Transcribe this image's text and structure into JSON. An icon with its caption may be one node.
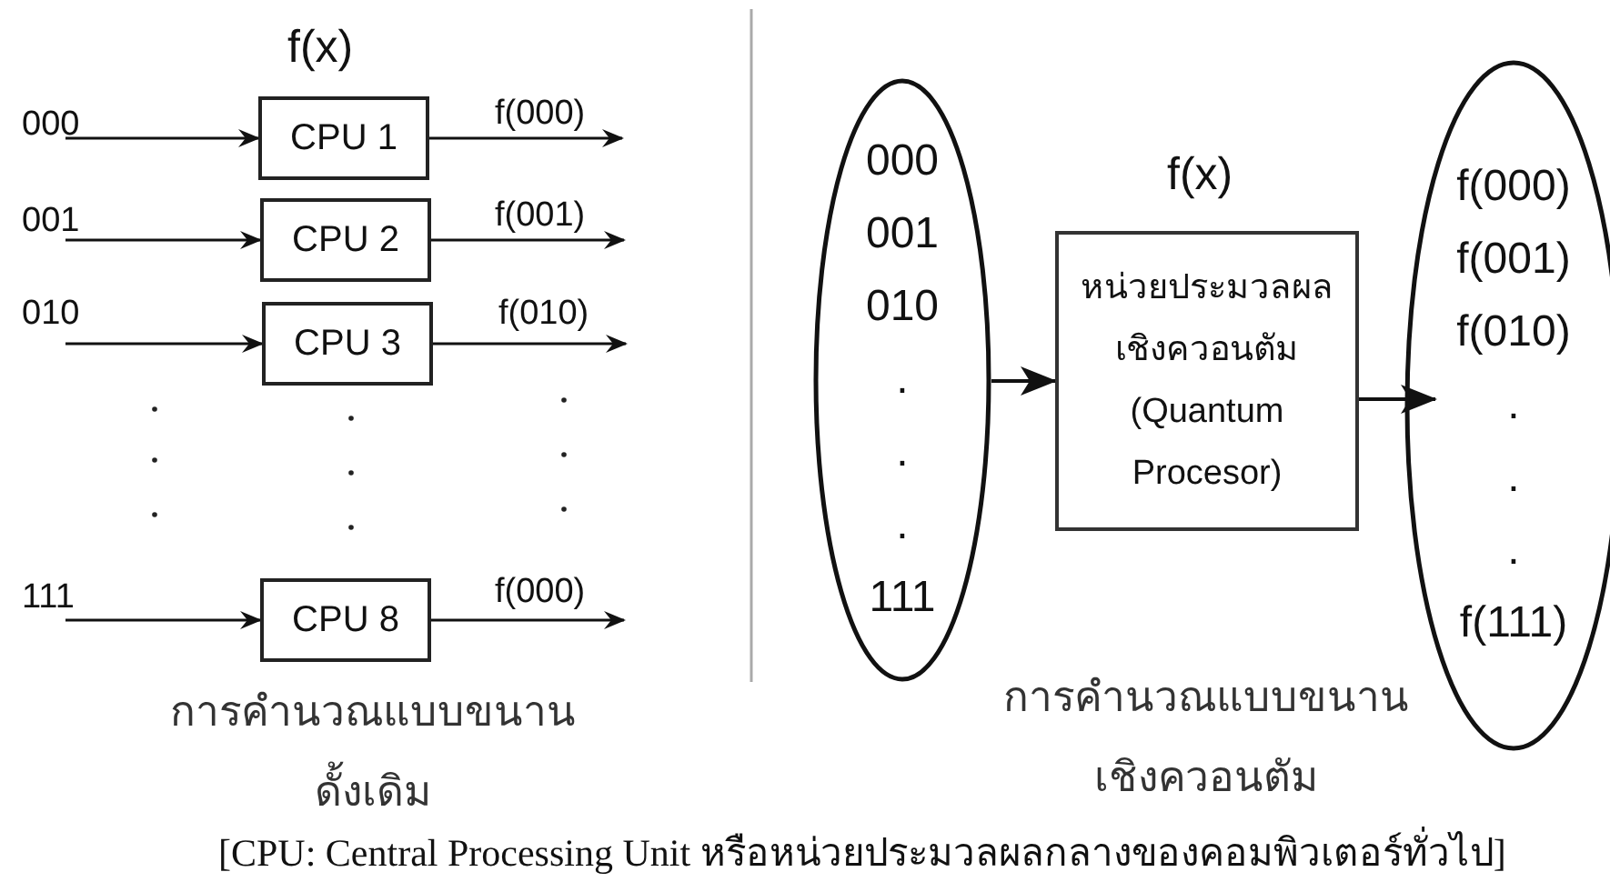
{
  "diagram": {
    "caption": "[CPU: Central Processing Unit หรือหน่วยประมวลผลกลางของคอมพิวเตอร์ทั่วไป]",
    "nodes": [
      {
        "text": [
          "000"
        ]
      },
      {
        "text": [
          "001"
        ]
      },
      {
        "text": [
          "010"
        ]
      },
      {
        "text": [
          "111"
        ]
      },
      {
        "text": [
          "CPU 1"
        ]
      },
      {
        "text": [
          "CPU 2"
        ]
      },
      {
        "text": [
          "CPU 3"
        ]
      },
      {
        "text": [
          "CPU 8"
        ]
      },
      {
        "text": [
          "000 001 010 . . . 111"
        ]
      },
      {
        "text": [
          "หน่วยประมวลผลเชิงควอนตัม (Quantum Procesor)"
        ],
        "beside": [
          "f(x)"
        ]
      },
      {
        "text": [
          "f(000) f(001) f(010) . . . f(111)"
        ]
      }
    ],
    "edges": [
      {
        "from": 0,
        "to": 4,
        "arrow": "to"
      },
      {
        "from": 1,
        "to": 5,
        "arrow": "to"
      },
      {
        "from": 2,
        "to": 6,
        "arrow": "to"
      },
      {
        "from": 3,
        "to": 7,
        "arrow": "to"
      },
      {
        "from": 4,
        "to": null,
        "arrow": "to",
        "label": "f(000)"
      },
      {
        "from": 5,
        "to": null,
        "arrow": "to",
        "label": "f(001)"
      },
      {
        "from": 6,
        "to": null,
        "arrow": "to",
        "label": "f(010)"
      },
      {
        "from": 7,
        "to": null,
        "arrow": "to",
        "label": "f(000)"
      },
      {
        "from": 8,
        "to": 9,
        "arrow": "to"
      },
      {
        "from": 9,
        "to": 10,
        "arrow": "to"
      }
    ],
    "labels": [
      "f(x)",
      "การคำนวณแบบขนานดั้งเดิม",
      "การคำนวณแบบขนานเชิงควอนตัม"
    ]
  }
}
